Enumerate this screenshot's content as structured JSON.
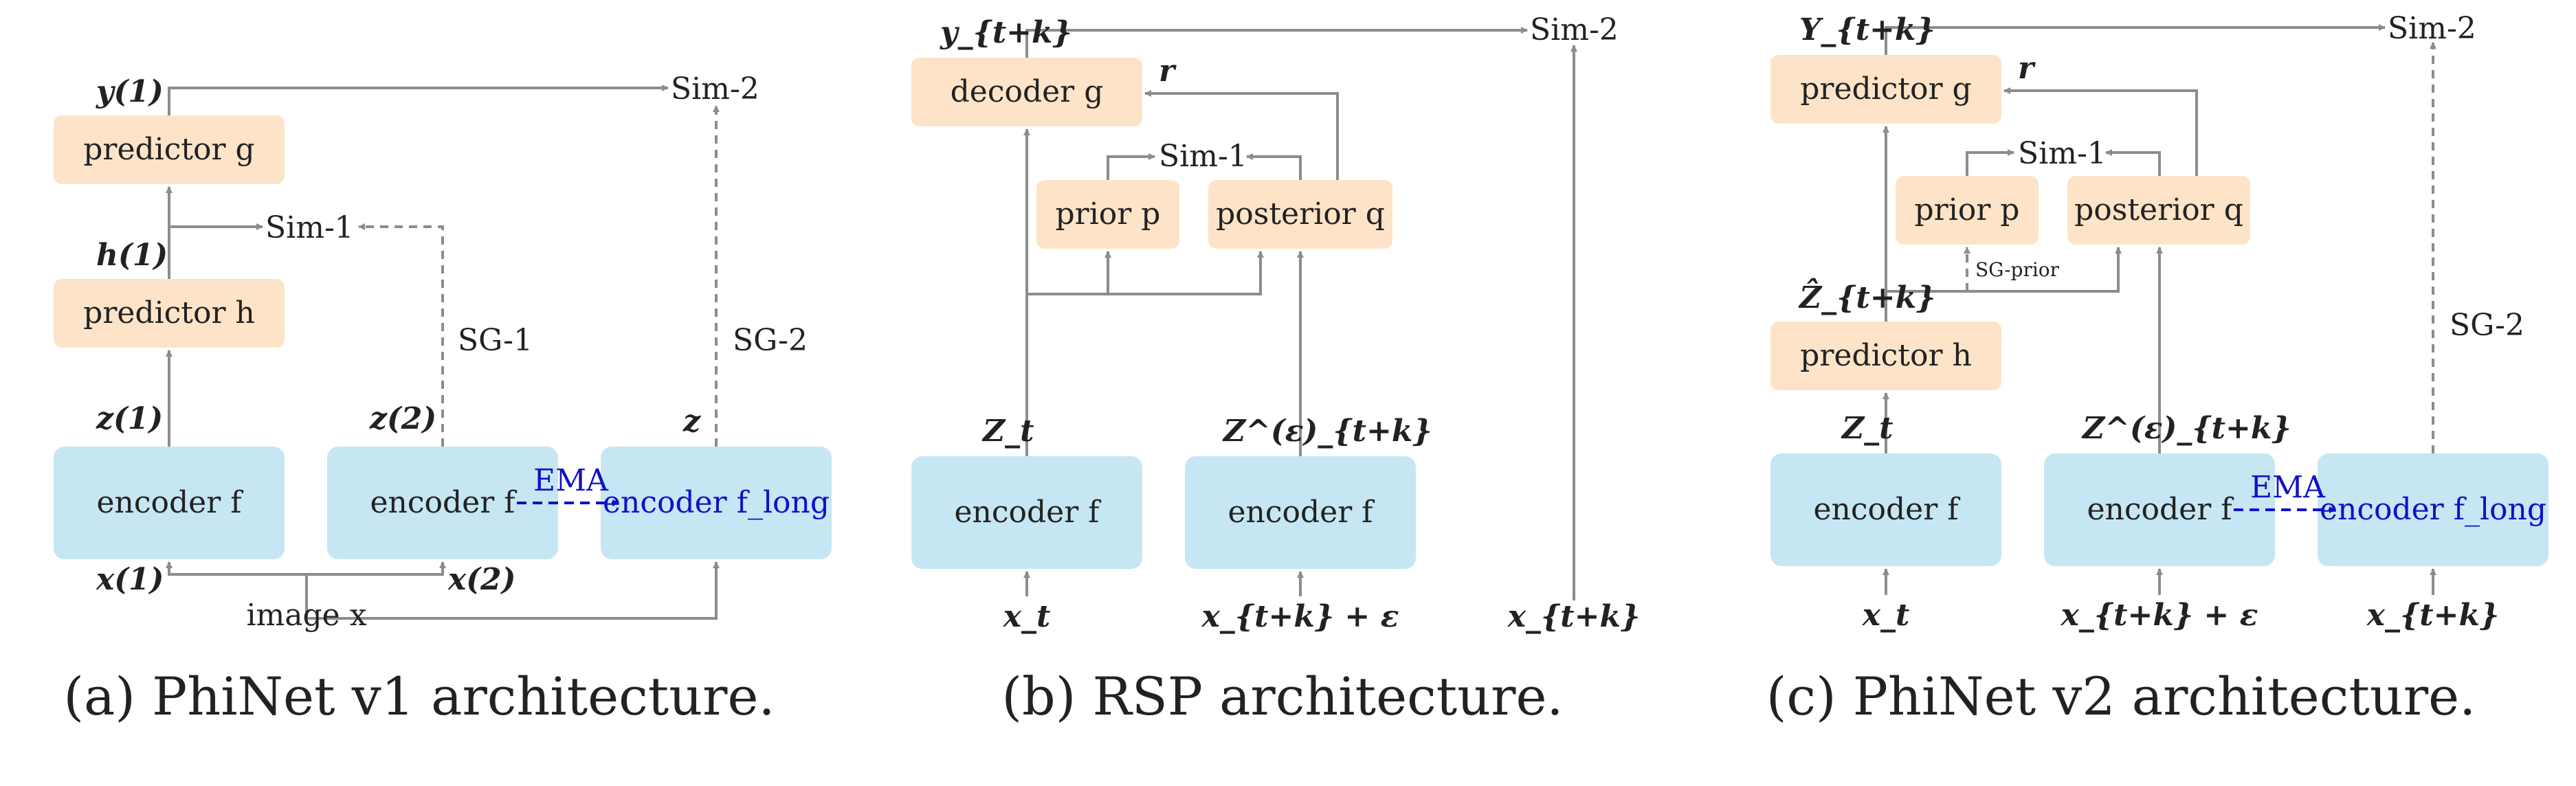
{
  "colors": {
    "module_box": "#fde4c8",
    "encoder_box": "#c6e6f3",
    "ema": "#1010c8",
    "arrow": "#8c8c8c"
  },
  "panel_a": {
    "caption": "(a) PhiNet v1 architecture.",
    "predictor_g": "predictor g",
    "predictor_h": "predictor h",
    "encoder_f1": "encoder f",
    "encoder_f2": "encoder f",
    "encoder_long": "encoder f_long",
    "ema": "EMA",
    "sim1": "Sim-1",
    "sim2": "Sim-2",
    "sg1": "SG-1",
    "sg2": "SG-2",
    "y1": "y(1)",
    "h1": "h(1)",
    "z1": "z(1)",
    "z2": "z(2)",
    "z": "z",
    "x1": "x(1)",
    "x2": "x(2)",
    "image": "image x"
  },
  "panel_b": {
    "caption": "(b) RSP architecture.",
    "decoder_g": "decoder g",
    "prior_p": "prior p",
    "posterior_q": "posterior q",
    "encoder_f1": "encoder f",
    "encoder_f2": "encoder f",
    "sim1": "Sim-1",
    "sim2": "Sim-2",
    "y": "y_{t+k}",
    "r": "r",
    "Zt": "Z_t",
    "Zeps": "Z^(ε)_{t+k}",
    "xt": "x_t",
    "xnoise": "x_{t+k} + ε",
    "xtk": "x_{t+k}"
  },
  "panel_c": {
    "caption": "(c) PhiNet v2 architecture.",
    "predictor_g": "predictor g",
    "predictor_h": "predictor h",
    "prior_p": "prior p",
    "posterior_q": "posterior q",
    "encoder_f1": "encoder f",
    "encoder_f2": "encoder f",
    "encoder_long": "encoder f_long",
    "ema": "EMA",
    "sim1": "Sim-1",
    "sim2": "Sim-2",
    "sg2": "SG-2",
    "sgprior": "SG-prior",
    "Y": "Y_{t+k}",
    "r": "r",
    "Zhat": "Ẑ_{t+k}",
    "Zt": "Z_t",
    "Zeps": "Z^(ε)_{t+k}",
    "xt": "x_t",
    "xnoise": "x_{t+k} + ε",
    "xtk": "x_{t+k}"
  }
}
